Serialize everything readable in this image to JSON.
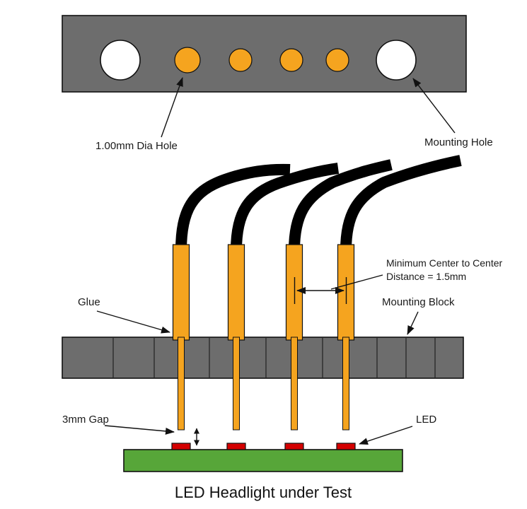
{
  "diagram": {
    "title_caption": "LED Headlight under Test",
    "labels": {
      "dia_hole": "1.00mm Dia Hole",
      "mounting_hole": "Mounting Hole",
      "min_distance_line1": "Minimum Center to Center",
      "min_distance_line2": "Distance = 1.5mm",
      "glue": "Glue",
      "mounting_block": "Mounting Block",
      "gap": "3mm Gap",
      "led": "LED"
    },
    "colors": {
      "block_gray": "#6d6d6d",
      "accent_orange": "#f5a41f",
      "pcb_green": "#57a639",
      "led_red": "#d40000",
      "cable_black": "#000000",
      "hole_white": "#ffffff"
    }
  }
}
